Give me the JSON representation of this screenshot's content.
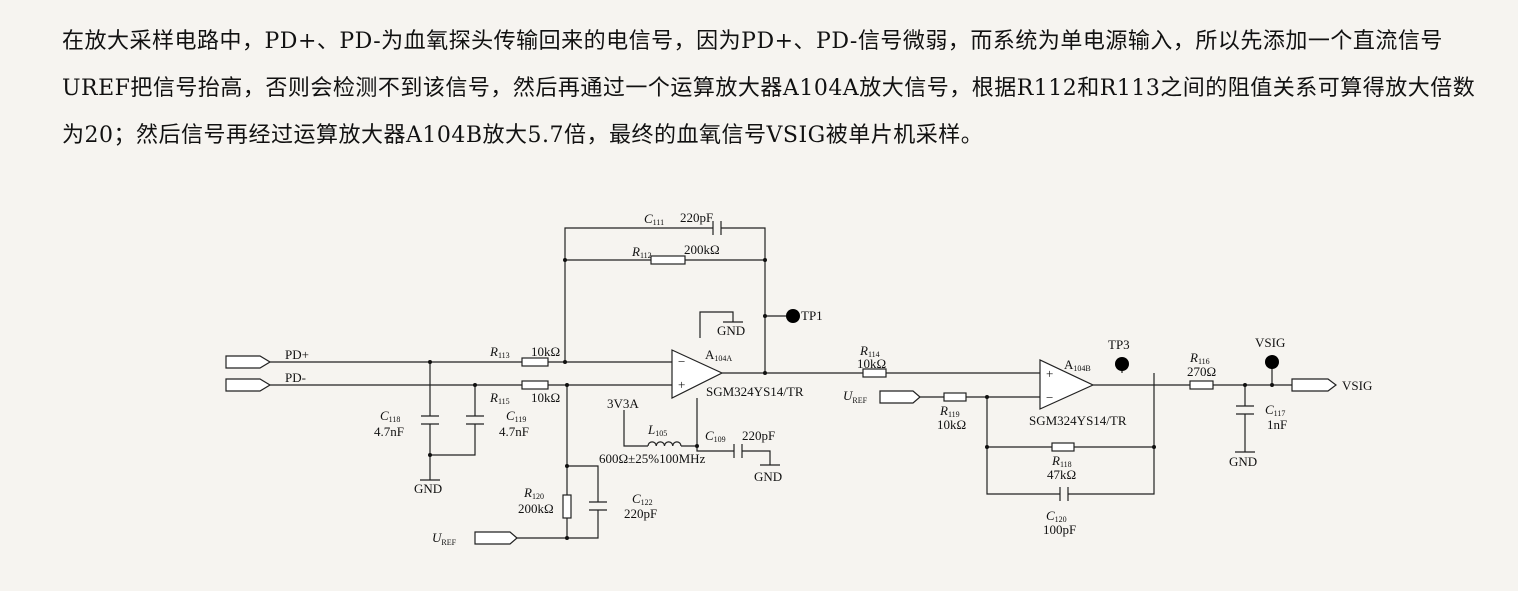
{
  "paragraph": "在放大采样电路中，PD+、PD-为血氧探头传输回来的电信号，因为PD+、PD-信号微弱，而系统为单电源输入，所以先添加一个直流信号UREF把信号抬高，否则会检测不到该信号，然后再通过一个运算放大器A104A放大信号，根据R112和R113之间的阻值关系可算得放大倍数为20；然后信号再经过运算放大器A104B放大5.7倍，最终的血氧信号VSIG被单片机采样。",
  "schematic": {
    "inputs": {
      "pd_plus": "PD+",
      "pd_minus": "PD-"
    },
    "r113": {
      "ref": "R",
      "sub": "113",
      "value": "10kΩ"
    },
    "r115": {
      "ref": "R",
      "sub": "115",
      "value": "10kΩ"
    },
    "c118": {
      "ref": "C",
      "sub": "118",
      "value": "4.7nF"
    },
    "c119": {
      "ref": "C",
      "sub": "119",
      "value": "4.7nF"
    },
    "gnd_left": "GND",
    "c111": {
      "ref": "C",
      "sub": "111",
      "value": "220pF"
    },
    "r112": {
      "ref": "R",
      "sub": "112",
      "value": "200kΩ"
    },
    "tp1": "TP1",
    "gnd_a": "GND",
    "opamp_a": {
      "ref": "A",
      "sub": "104A",
      "part": "SGM324YS14/TR"
    },
    "supply": "3V3A",
    "l105": {
      "ref": "L",
      "sub": "105",
      "value": "600Ω±25%100MHz"
    },
    "c109": {
      "ref": "C",
      "sub": "109",
      "value": "220pF"
    },
    "gnd_c109": "GND",
    "r120": {
      "ref": "R",
      "sub": "120",
      "value": "200kΩ"
    },
    "c122": {
      "ref": "C",
      "sub": "122",
      "value": "220pF"
    },
    "uref_left": {
      "ref": "U",
      "sub": "REF"
    },
    "r114": {
      "ref": "R",
      "sub": "114",
      "value": "10kΩ"
    },
    "uref_mid": {
      "ref": "U",
      "sub": "REF"
    },
    "r119": {
      "ref": "R",
      "sub": "119",
      "value": "10kΩ"
    },
    "opamp_b": {
      "ref": "A",
      "sub": "104B",
      "part": "SGM324YS14/TR"
    },
    "tp3": "TP3",
    "r118": {
      "ref": "R",
      "sub": "118",
      "value": "47kΩ"
    },
    "c120": {
      "ref": "C",
      "sub": "120",
      "value": "100pF"
    },
    "r116": {
      "ref": "R",
      "sub": "116",
      "value": "270Ω"
    },
    "vsig_top": "VSIG",
    "c117": {
      "ref": "C",
      "sub": "117",
      "value": "1nF"
    },
    "gnd_right": "GND",
    "vsig_out": "VSIG"
  }
}
